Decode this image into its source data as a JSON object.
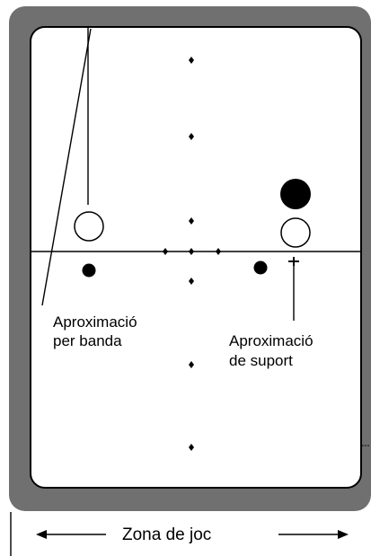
{
  "labels": {
    "band_line1": "Aproximació",
    "band_line2": "per banda",
    "support_line1": "Aproximació",
    "support_line2": "de suport",
    "zone": "Zona de joc"
  },
  "colors": {
    "frame": "#707070",
    "line": "#000000",
    "ball_white": "#ffffff",
    "ball_black": "#000000",
    "background": "#ffffff"
  },
  "icons": {
    "left_arrow": "left-arrow-icon",
    "right_arrow": "right-arrow-icon",
    "diamond_marker": "diamond-marker-icon"
  }
}
